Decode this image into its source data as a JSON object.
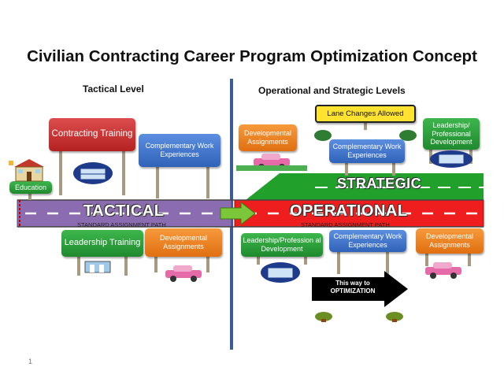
{
  "title": "Civilian Contracting Career Program Optimization Concept",
  "levels": {
    "tactical": "Tactical Level",
    "operational": "Operational  and Strategic Levels"
  },
  "signs": {
    "contracting_training": "Contracting Training",
    "complementary_work_1": "Complementary Work Experiences",
    "education": "Education",
    "developmental_1": "Developmental Assignments",
    "lane_changes": "Lane Changes Allowed",
    "complementary_work_2": "Complementary Work Experiences",
    "leadership_prof_1": "Leadership/ Professional Development",
    "leadership_training": "Leadership Training",
    "developmental_2": "Developmental Assignments",
    "leadership_prof_2": "Leadership/Profession al Development",
    "complementary_work_3": "Complementary Work Experiences",
    "developmental_3": "Developmental Assignments"
  },
  "road": {
    "tactical": "TACTICAL",
    "operational": "OPERATIONAL",
    "strategic": "STRATEGIC",
    "path_left": "STANDARD ASSIGNMENT PATH",
    "path_right": "STANDARD ASSIGNMENT PATH"
  },
  "arrow_label": "This way to OPTIMIZATION",
  "page_number": "1",
  "colors": {
    "tactical_lane": "#8c6cb0",
    "operational_lane": "#ee1e1e",
    "strategic_lane": "#22a02c",
    "divider": "#3a5c9a"
  }
}
